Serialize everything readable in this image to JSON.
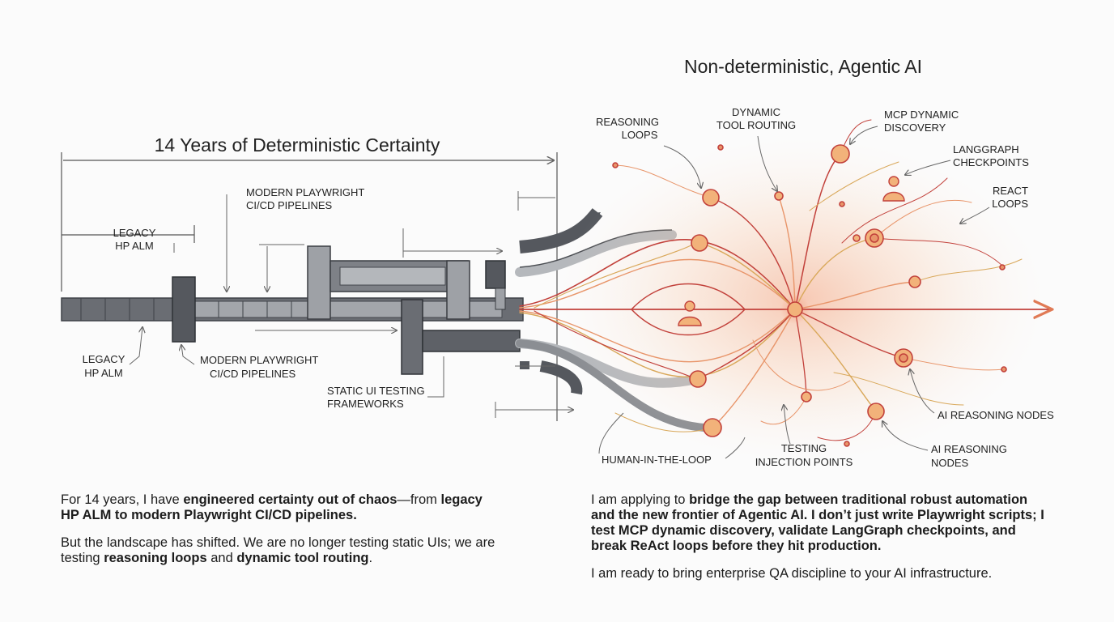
{
  "left_title": "14 Years of Deterministic Certainty",
  "right_title": "Non-deterministic, Agentic AI",
  "left_annotations": {
    "legacy_top": [
      "LEGACY",
      "HP ALM"
    ],
    "modern_top": [
      "MODERN PLAYWRIGHT",
      "CI/CD PIPELINES"
    ],
    "legacy_bottom": [
      "LEGACY",
      "HP ALM"
    ],
    "modern_bottom": [
      "MODERN PLAYWRIGHT",
      "CI/CD PIPELINES"
    ],
    "static_ui": [
      "STATIC UI TESTING",
      "FRAMEWORKS"
    ]
  },
  "right_annotations": {
    "reasoning_loops": [
      "REASONING",
      "LOOPS"
    ],
    "dynamic_tool_routing": [
      "DYNAMIC",
      "TOOL ROUTING"
    ],
    "mcp_dynamic_discovery": [
      "MCP DYNAMIC",
      "DISCOVERY"
    ],
    "langgraph_checkpoints": [
      "LANGGRAPH",
      "CHECKPOINTS"
    ],
    "react_loops": [
      "REACT",
      "LOOPS"
    ],
    "ai_reasoning_nodes_1": [
      "AI REASONING NODES"
    ],
    "ai_reasoning_nodes_2": [
      "AI REASONING",
      "NODES"
    ],
    "testing_injection_points": [
      "TESTING",
      "INJECTION POINTS"
    ],
    "human_in_the_loop": [
      "HUMAN-IN-THE-LOOP"
    ]
  },
  "left_copy": {
    "p1": [
      {
        "text": "For 14 years, I have ",
        "bold": false
      },
      {
        "text": "engineered certainty out of chaos",
        "bold": true
      },
      {
        "text": "—from ",
        "bold": false
      },
      {
        "text": "legacy HP ALM to modern Playwright CI/CD pipelines.",
        "bold": true
      }
    ],
    "p2": [
      {
        "text": "But the landscape has shifted. We are no longer testing static UIs; we are testing ",
        "bold": false
      },
      {
        "text": "reasoning loops",
        "bold": true
      },
      {
        "text": " and ",
        "bold": false
      },
      {
        "text": "dynamic tool routing",
        "bold": true
      },
      {
        "text": ".",
        "bold": false
      }
    ]
  },
  "right_copy": {
    "p1": [
      {
        "text": "I am applying to ",
        "bold": false
      },
      {
        "text": "bridge the gap between traditional robust automation and the new frontier of Agentic AI. I don’t just write Playwright scripts; I test MCP dynamic discovery, validate LangGraph checkpoints, and break ReAct loops before they hit production.",
        "bold": true
      }
    ],
    "p2": [
      {
        "text": "I am ready to bring enterprise QA discipline to your AI infrastructure.",
        "bold": false
      }
    ]
  },
  "colors": {
    "pipe_dark": "#52565d",
    "pipe_light": "#a6a9ae",
    "network_red": "#c2413b",
    "network_orange": "#e8956a",
    "network_gold": "#d9a85a",
    "node_fill": "#f2b27a"
  },
  "icons": [
    "human-icon",
    "arrow-icon"
  ]
}
